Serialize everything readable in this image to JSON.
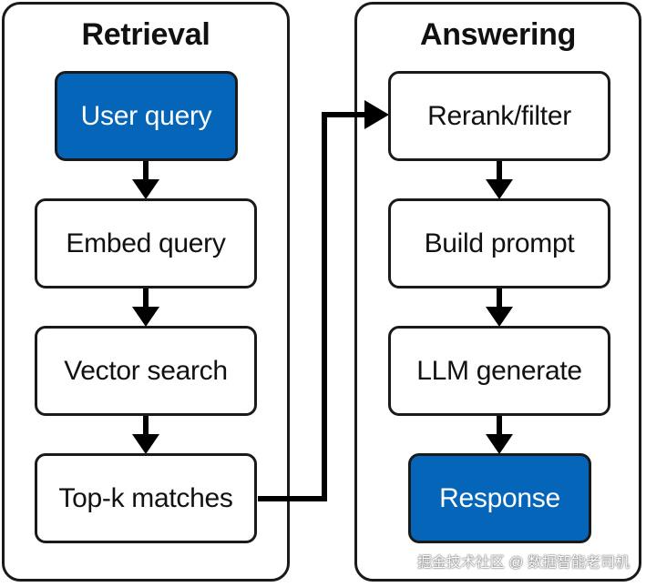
{
  "panels": {
    "retrieval": {
      "title": "Retrieval"
    },
    "answering": {
      "title": "Answering"
    }
  },
  "nodes": {
    "user_query": "User query",
    "embed_query": "Embed query",
    "vector_search": "Vector search",
    "top_k": "Top-k matches",
    "rerank": "Rerank/filter",
    "build_prompt": "Build prompt",
    "llm_generate": "LLM generate",
    "response": "Response"
  },
  "colors": {
    "highlight": "#0565b8",
    "stroke": "#1a1a1a"
  },
  "watermark": "掘金技术社区 @ 数据智能老司机"
}
